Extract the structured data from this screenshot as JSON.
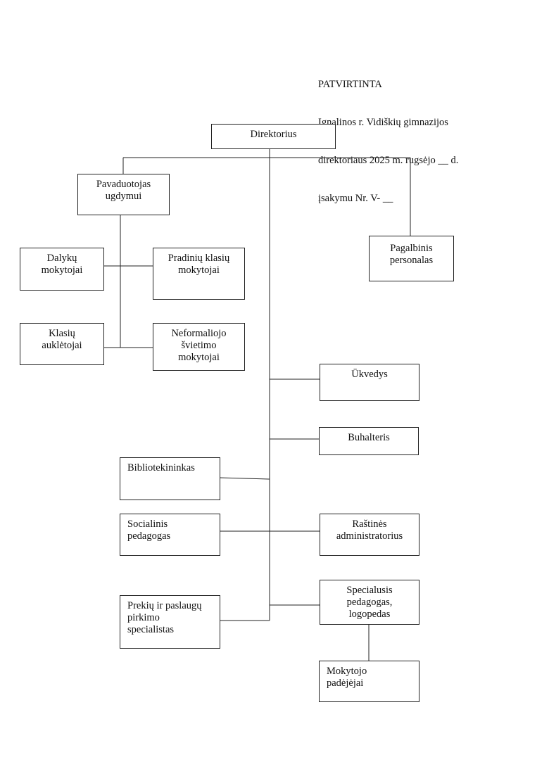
{
  "approval": {
    "line1": "PATVIRTINTA",
    "line2": "Ignalinos r. Vidiškių gimnazijos",
    "line3": "direktoriaus 2025 m. rugsėjo __ d.",
    "line4": "įsakymu Nr. V- __"
  },
  "nodes": {
    "direktorius": [
      "Direktorius"
    ],
    "pavaduotojas": [
      "Pavaduotojas",
      "ugdymui"
    ],
    "pagalbinis": [
      "Pagalbinis",
      "personalas"
    ],
    "dalyku": [
      "Dalykų",
      "mokytojai"
    ],
    "pradiniu": [
      "Pradinių klasių",
      "mokytojai"
    ],
    "klasiu": [
      "Klasių",
      "auklėtojai"
    ],
    "neformaliojo": [
      "Neformaliojo",
      "švietimo",
      "mokytojai"
    ],
    "ukvedys": [
      "Ūkvedys"
    ],
    "buhalteris": [
      "Buhalteris"
    ],
    "bibliotekininkas": [
      "Bibliotekininkas"
    ],
    "socialinis": [
      "Socialinis",
      "pedagogas"
    ],
    "rastines": [
      "Raštinės",
      "administratorius"
    ],
    "prekiu": [
      "Prekių ir paslaugų",
      "pirkimo",
      "specialistas"
    ],
    "specialusis": [
      "Specialusis",
      "pedagogas,",
      "logopedas"
    ],
    "padejejai": [
      "Mokytojo",
      "padėjėjai"
    ]
  }
}
